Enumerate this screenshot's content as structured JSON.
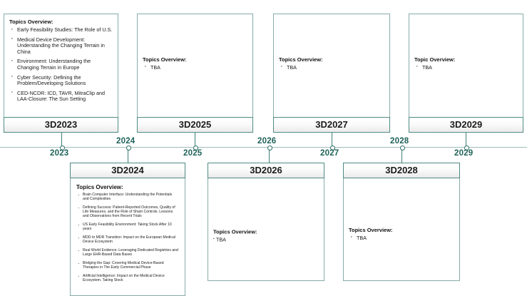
{
  "diagram": {
    "type": "timeline-roadmap",
    "accent_color": "#2d6d66",
    "border_color": "#86aca8",
    "year_label_color": "#1f6359",
    "axis_years": [
      "2023",
      "2024",
      "2025",
      "2026",
      "2027",
      "2028",
      "2029"
    ],
    "overview_label": "Topics Overview:",
    "overview_label_singular": "Topic Overview:",
    "tba": "TBA"
  },
  "cards": [
    {
      "id": "card-2023",
      "title": "3D2023",
      "position": "top",
      "year": "2023",
      "overview_label": "Topics Overview:",
      "bullets": [
        "Early Feasibility Studies:  The Role of U.S.",
        "Medical Device  Development:  Understanding  the Changing Terrain  in China",
        "Environment:   Understanding  the Changing Terrain  in Europe",
        "Cyber Security:  Defining the Problem/Developing  Solutions",
        "CED-NCDR:   ICD,  TAVR, MitraClip and LAA-Closure:  The Sun Setting"
      ]
    },
    {
      "id": "card-2024",
      "title": "3D2024",
      "position": "bottom",
      "year": "2024",
      "overview_label": "Topics Overview:",
      "bullets": [
        "Brain Computer Interface: Understanding the Potentials and Complexities",
        "Defining Success: Patient-Reported Outcomes, Quality of Life Measures, and the Role of Sham Controls. Lessons and Observations from Recent Trials",
        "US Early Feasibility Environment: Taking Stock After 10 years",
        "MDD to MDR Transition:  Impact on the European Medical Device Ecosystem",
        "Real World Evidence: Leveraging Dedicated Registries and Large EHR-Based Data Bases",
        "Bridging the Gap: Covering Medical Device-Based Therapies in The Early Commercial Phase",
        "Artificial Intelligence: Impact on the Medical Device Ecosystem. Taking Stock"
      ]
    },
    {
      "id": "card-2025",
      "title": "3D2025",
      "position": "top",
      "year": "2025",
      "overview_label": "Topics Overview:",
      "bullets": [
        "TBA"
      ]
    },
    {
      "id": "card-2026",
      "title": "3D2026",
      "position": "bottom",
      "year": "2026",
      "overview_label": "Topics Overview:",
      "bullets": [
        "TBA"
      ]
    },
    {
      "id": "card-2027",
      "title": "3D2027",
      "position": "top",
      "year": "2027",
      "overview_label": "Topics Overview:",
      "bullets": [
        "TBA"
      ]
    },
    {
      "id": "card-2028",
      "title": "3D2028",
      "position": "bottom",
      "year": "2028",
      "overview_label": "Topics Overview:",
      "bullets": [
        "TBA"
      ]
    },
    {
      "id": "card-2029",
      "title": "3D2029",
      "position": "top",
      "year": "2029",
      "overview_label": "Topic Overview:",
      "bullets": [
        "TBA"
      ]
    }
  ]
}
